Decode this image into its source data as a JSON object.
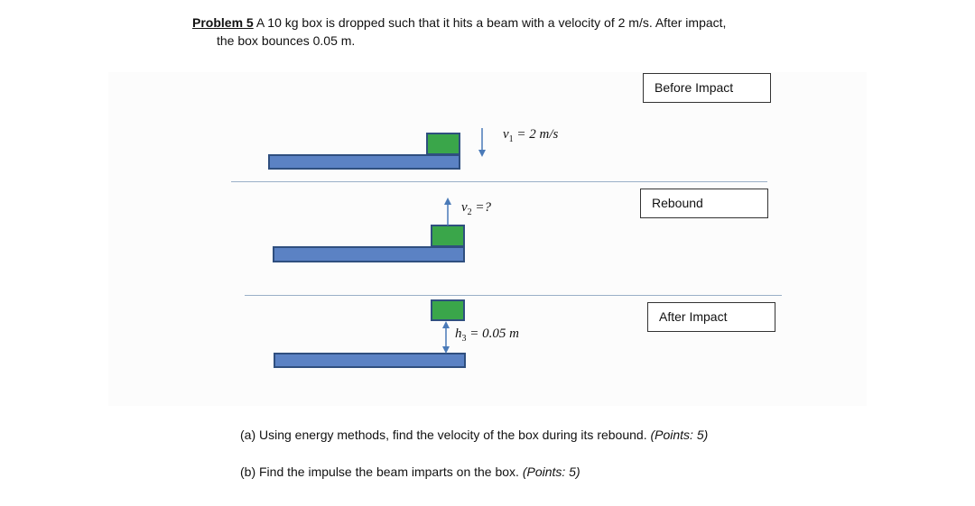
{
  "problem": {
    "label": "Problem 5",
    "text_line1": "A 10 kg box is dropped such that it hits a beam with a velocity of 2 m/s.  After impact,",
    "text_line2": "the box bounces 0.05 m."
  },
  "stages": {
    "before": "Before Impact",
    "rebound": "Rebound",
    "after": "After Impact"
  },
  "annotations": {
    "v1_var": "v",
    "v1_sub": "1",
    "v1_rest": " = 2 m/s",
    "v2_var": "v",
    "v2_sub": "2",
    "v2_rest": " =?",
    "h3_var": "h",
    "h3_sub": "3",
    "h3_rest": " = 0.05 m"
  },
  "questions": {
    "a_text": "(a)  Using energy methods, find the velocity of the box during its rebound.",
    "a_points": "(Points: 5)",
    "b_text": "(b)  Find the impulse the beam imparts on the box.",
    "b_points": "(Points: 5)"
  },
  "colors": {
    "beam": "#5b82c4",
    "box": "#3aa64a",
    "outline": "#2f4f7f",
    "arrow": "#4a7ab8"
  }
}
